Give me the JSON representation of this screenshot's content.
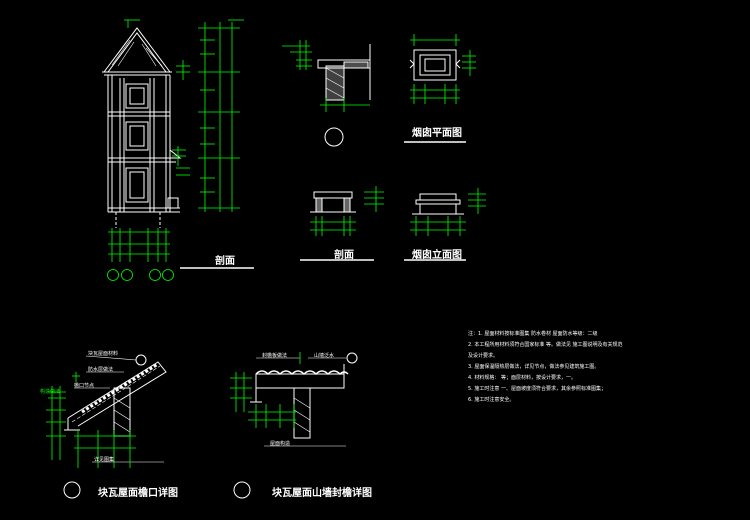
{
  "labels": {
    "section_tower": "剖面",
    "chimney_plan": "烟囱平面图",
    "chimney_section": "剖面",
    "chimney_elevation": "烟囱立面图",
    "eave_detail": "块瓦屋面檐口详图",
    "gable_detail": "块瓦屋面山墙封檐详图"
  },
  "notes": [
    "注：1. 屋面材料按标准图集    防水卷材     屋面防水等级：二级",
    "    2. 本工程所用材料须符合国家标准    等。做法见    施工图说明及有关规范",
    "       及设计要求。",
    "    3. 屋面保温隔热层做法，详见节点，做法参见建筑施工图。",
    "    4.    材料规格：    等；面层材料，按设计要求，一。",
    "    5.    施工时注意    一、屋面坡度须符合要求，其余参照标准图集；",
    "    6. 施工时注意安全。"
  ],
  "detail_notes": {
    "eave": [
      "块瓦屋面材料",
      "防水层做法",
      "檐口节点",
      "构造做法",
      "详见图集"
    ],
    "gable": [
      "封檐板做法",
      "山墙泛水",
      "屋面构造"
    ]
  },
  "colors": {
    "background": "#000000",
    "line": "#ffffff",
    "dimension": "#00ff00",
    "hatch": "#ffffff"
  }
}
